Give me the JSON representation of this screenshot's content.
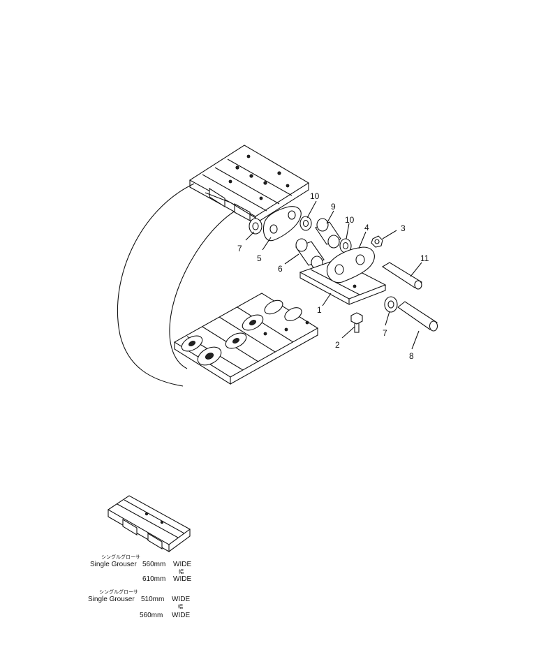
{
  "callouts": {
    "c1": "1",
    "c2": "2",
    "c3": "3",
    "c4": "4",
    "c5": "5",
    "c6": "6",
    "c7a": "7",
    "c7b": "7",
    "c8": "8",
    "c9": "9",
    "c10a": "10",
    "c10b": "10",
    "c11": "11"
  },
  "captions": [
    {
      "jp": "シングルグローサ",
      "label": "Single Grouser",
      "size_top": "560mm",
      "unit_top": "WIDE",
      "mark": "幅",
      "size_bottom": "610mm",
      "unit_bottom": "WIDE"
    },
    {
      "jp": "シングルグローサ",
      "label": "Single Grouser",
      "size_top": "510mm",
      "unit_top": "WIDE",
      "mark": "幅",
      "size_bottom": "560mm",
      "unit_bottom": "WIDE"
    }
  ]
}
